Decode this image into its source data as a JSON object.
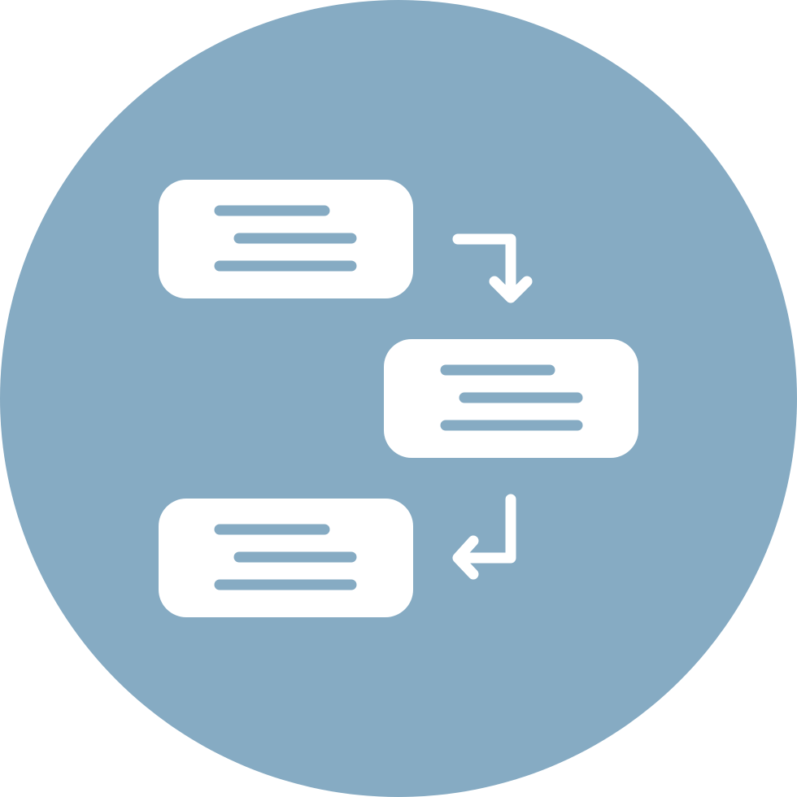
{
  "icon": {
    "name": "workflow-steps-icon",
    "colors": {
      "circle": "#86abc3",
      "foreground": "#ffffff",
      "lines": "#86abc3"
    },
    "cards": [
      {
        "name": "step-card-1",
        "lines": 3
      },
      {
        "name": "step-card-2",
        "lines": 3
      },
      {
        "name": "step-card-3",
        "lines": 3
      }
    ],
    "connectors": [
      {
        "name": "arrow-down-right-icon",
        "direction": "down"
      },
      {
        "name": "arrow-return-left-icon",
        "direction": "left"
      }
    ]
  }
}
